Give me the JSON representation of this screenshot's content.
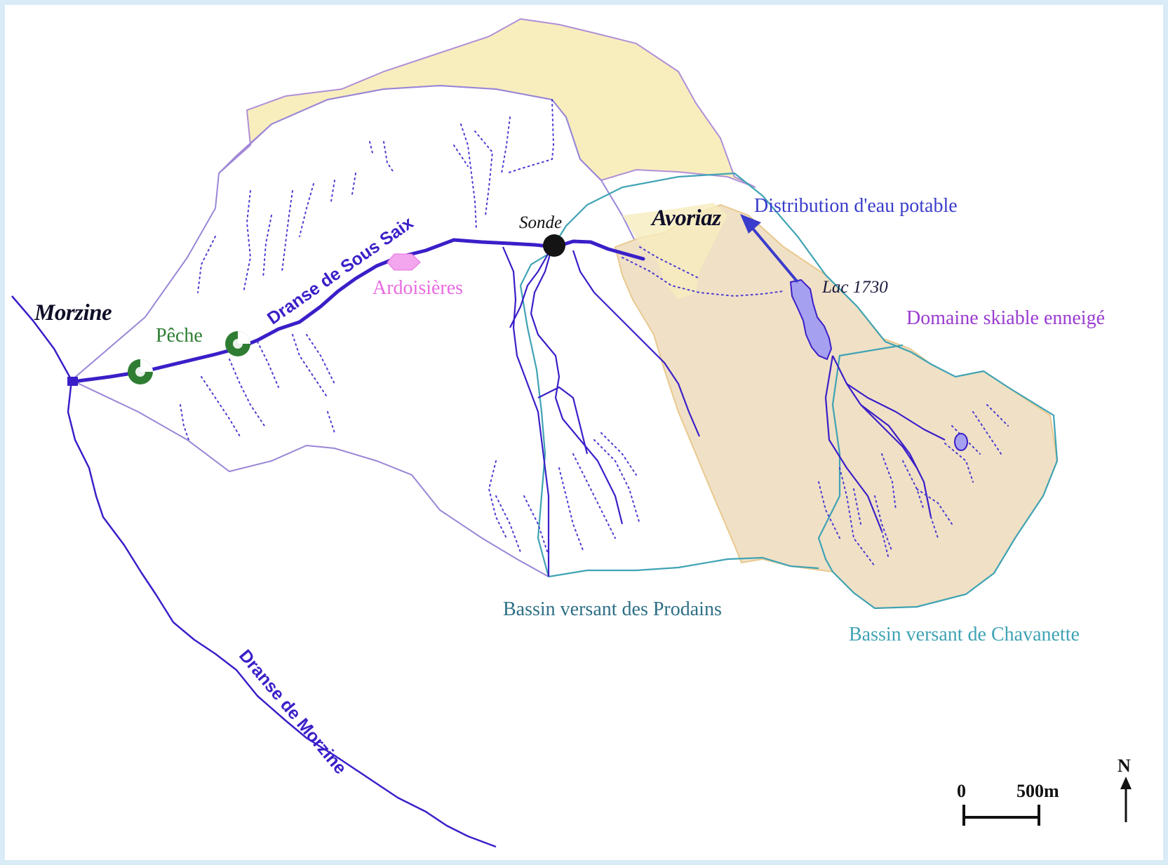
{
  "labels": {
    "morzine": "Morzine",
    "avoriaz": "Avoriaz",
    "sonde": "Sonde",
    "lac": "Lac 1730",
    "peche": "Pêche",
    "ardoisieres": "Ardoisières",
    "distribution": "Distribution d'eau potable",
    "domaine": "Domaine skiable enneigé",
    "bassin_prodains": "Bassin versant des Prodains",
    "bassin_chavanette": "Bassin versant de Chavanette",
    "river_sous_saix": "Dranse de Sous Saix",
    "river_morzine": "Dranse de Morzine"
  },
  "scale_bar": {
    "start": "0",
    "end": "500m"
  },
  "north": {
    "label": "N"
  },
  "colors": {
    "river": "#3a1fc8",
    "yellow_zone": "#f8eebd",
    "ski_domain": "#f0e0c6",
    "basin_line": "#3fa3b4",
    "peche": "#2e7d32",
    "ardoisieres": "#e86be0",
    "domaine_text": "#9a3bd1",
    "distribution_text": "#3a3ccb",
    "bassin_text": "#2d6f86",
    "lake": "#a6a0f0"
  },
  "icons": [
    "fishing-icon",
    "slate-quarry-icon",
    "probe-dot-icon",
    "north-arrow-icon",
    "distribution-arrow-icon",
    "confluence-marker-icon"
  ]
}
